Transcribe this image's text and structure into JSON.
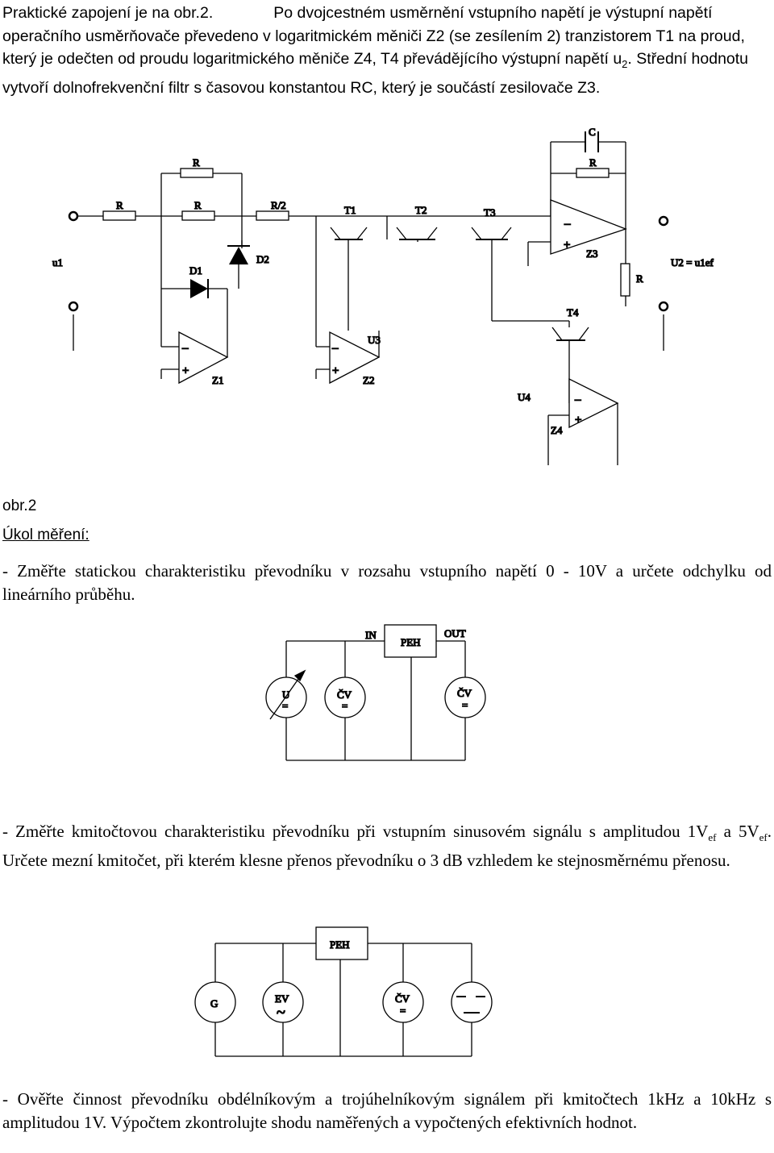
{
  "intro": {
    "lead": "Praktické zapojení je na obr.2.",
    "text": "Po dvojcestném usměrnění vstupního napětí je výstupní napětí operačního usměrňovače převedeno v logaritmickém měniči Z2 (se zesílením 2) tranzistorem T1 na proud, který je odečten od proudu logaritmického měniče Z4, T4 převádějícího výstupní napětí u",
    "sub": "2",
    "rest": ". Střední hodnotu vytvoří dolnofrekvenční filtr s časovou konstantou RC, který je součástí zesilovače Z3."
  },
  "fig2": {
    "C": "C",
    "R": "R",
    "R2": "R/2",
    "T1": "T1",
    "T2": "T2",
    "T3": "T3",
    "T4": "T4",
    "u1": "u1",
    "D1": "D1",
    "D2": "D2",
    "Z1": "Z1",
    "Z2": "Z2",
    "Z3": "Z3",
    "Z4": "Z4",
    "U3": "U3",
    "U4": "U4",
    "out": "U2 = u1ef",
    "minus": "–",
    "plus": "+"
  },
  "caption": "obr.2",
  "task_heading": "Úkol měření:",
  "task1": "- Změřte statickou charakteristiku převodníku v rozsahu vstupního napětí 0 - 10V a určete odchylku od lineárního průběhu.",
  "fig3": {
    "IN": "IN",
    "OUT": "OUT",
    "PEH": "PEH",
    "U": "U",
    "CV": "ČV",
    "eq": "="
  },
  "task2": {
    "a": "- Změřte kmitočtovou charakteristiku převodníku při vstupním sinusovém signálu s amplitudou 1V",
    "sub1": "ef",
    "b": " a 5V",
    "sub2": "ef",
    "c": ". Určete mezní kmitočet, při kterém klesne přenos převodníku o 3 dB vzhledem ke stejnosměrnému přenosu."
  },
  "fig4": {
    "PEH": "PEH",
    "G": "G",
    "EV": "EV",
    "tilde": "~",
    "CV": "ČV",
    "eq": "="
  },
  "task3": "- Ověřte činnost převodníku obdélníkovým a trojúhelníkovým signálem při kmitočtech 1kHz a 10kHz s amplitudou 1V. Výpočtem zkontrolujte shodu naměřených a vypočtených efektivních hodnot."
}
